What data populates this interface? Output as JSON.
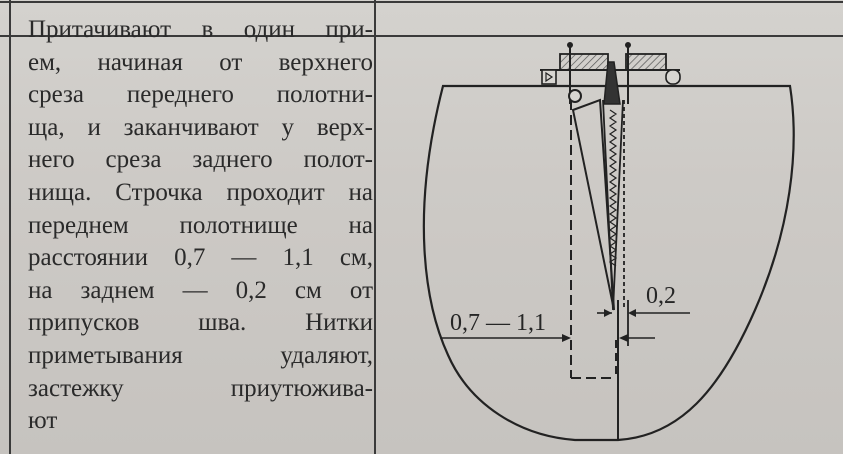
{
  "text_block": {
    "lines": [
      "Притачивают в один при-",
      "ем, начиная от верхнего",
      "среза переднего полотни-",
      "ща, и заканчивают у верх-",
      "него среза заднего полот-",
      "нища. Строчка проходит на",
      "переднем полотнище на",
      "расстоянии 0,7 — 1,1 см,",
      "на заднем — 0,2 см от",
      "припусков шва. Нитки",
      "приметывания удаляют,",
      "застежку приутюжива-",
      "ют"
    ]
  },
  "figure": {
    "label_front": "0,7 — 1,1",
    "label_back": "0,2"
  },
  "colors": {
    "paper": "#cdcac6",
    "ink": "#2a2a2a",
    "hatch": "#555555"
  }
}
